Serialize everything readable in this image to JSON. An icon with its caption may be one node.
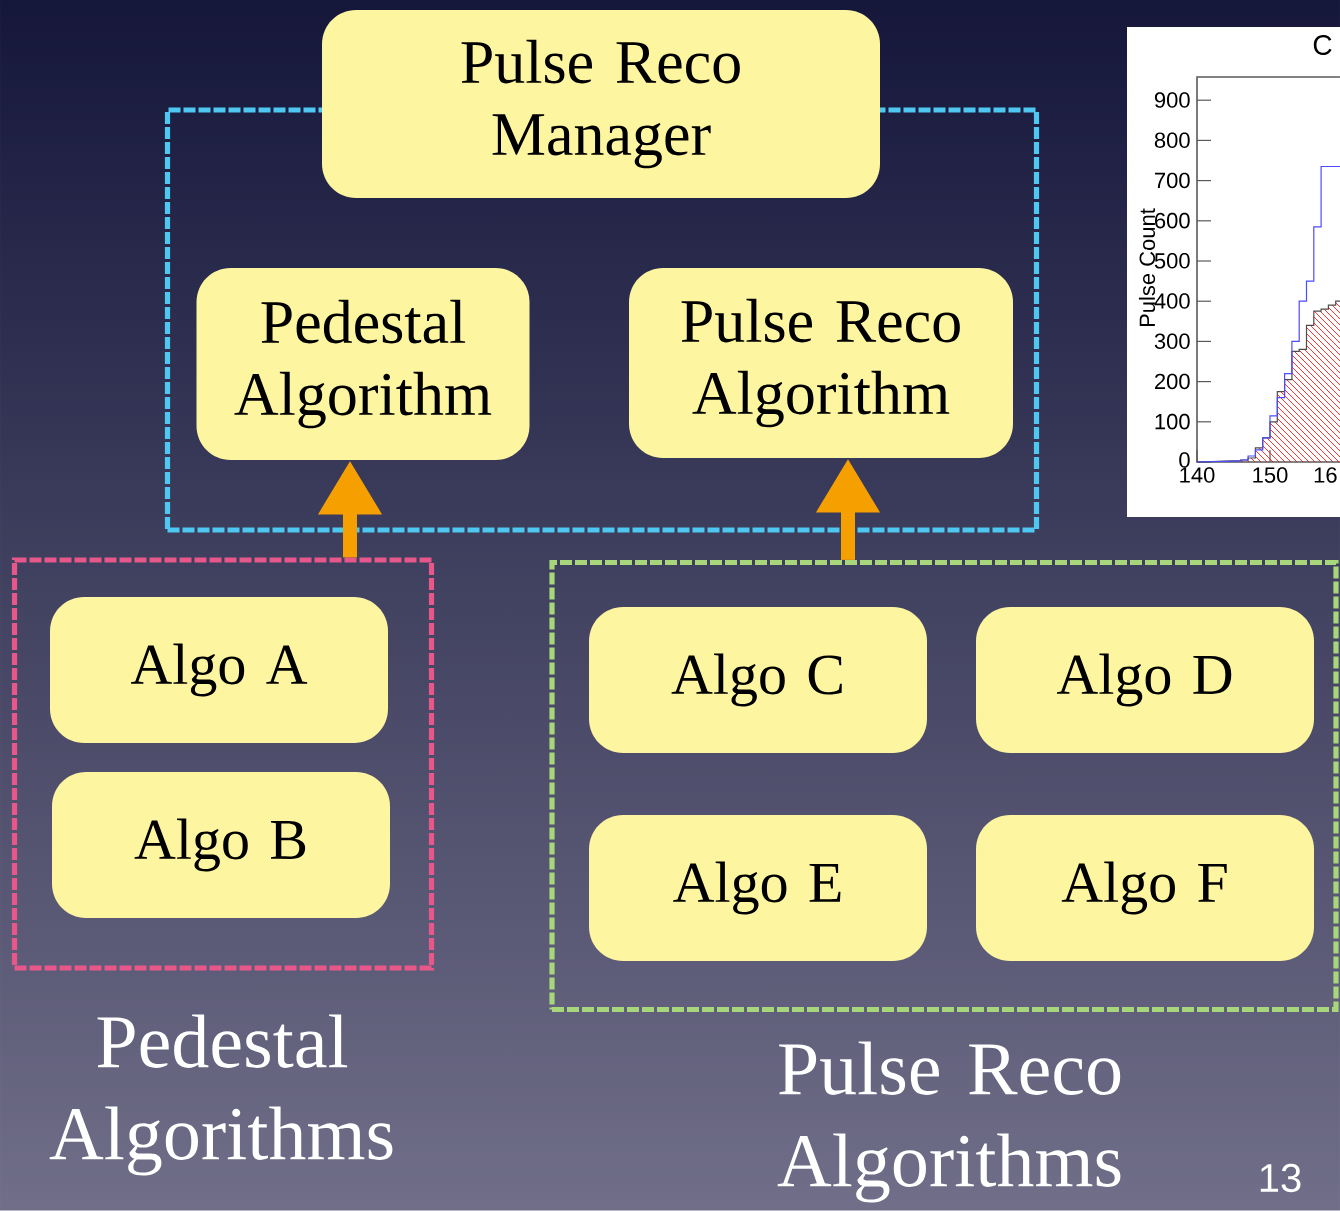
{
  "diagram": {
    "nodes": [
      {
        "text": [],
        "shape": "box"
      },
      {
        "text": [
          "Pulse Reco Manager"
        ]
      },
      {
        "text": [
          "Pedestal Algorithm"
        ],
        "in": 0
      },
      {
        "text": [
          "Pulse Reco Algorithm"
        ],
        "in": 0
      },
      {
        "text": [
          "Pedestal Algorithms"
        ]
      },
      {
        "text": [
          "Algo A"
        ],
        "in": 4
      },
      {
        "text": [
          "Algo B"
        ],
        "in": 4
      },
      {
        "text": [
          "Pulse Reco Algorithms"
        ]
      },
      {
        "text": [
          "Algo C"
        ],
        "in": 7
      },
      {
        "text": [
          "Algo D"
        ],
        "in": 7
      },
      {
        "text": [
          "Algo E"
        ],
        "in": 7
      },
      {
        "text": [
          "Algo F"
        ],
        "in": 7
      }
    ],
    "edges": [
      {
        "from": 4,
        "to": 2,
        "arrow": "to",
        "color": "#f5a000"
      },
      {
        "from": 7,
        "to": 3,
        "arrow": "to",
        "color": "#f5a000"
      }
    ],
    "labels": [
      "C",
      "900",
      "800",
      "700",
      "600",
      "500",
      "400",
      "300",
      "200",
      "100",
      "0",
      "Pulse Count",
      "140",
      "150",
      "16",
      "13"
    ]
  }
}
